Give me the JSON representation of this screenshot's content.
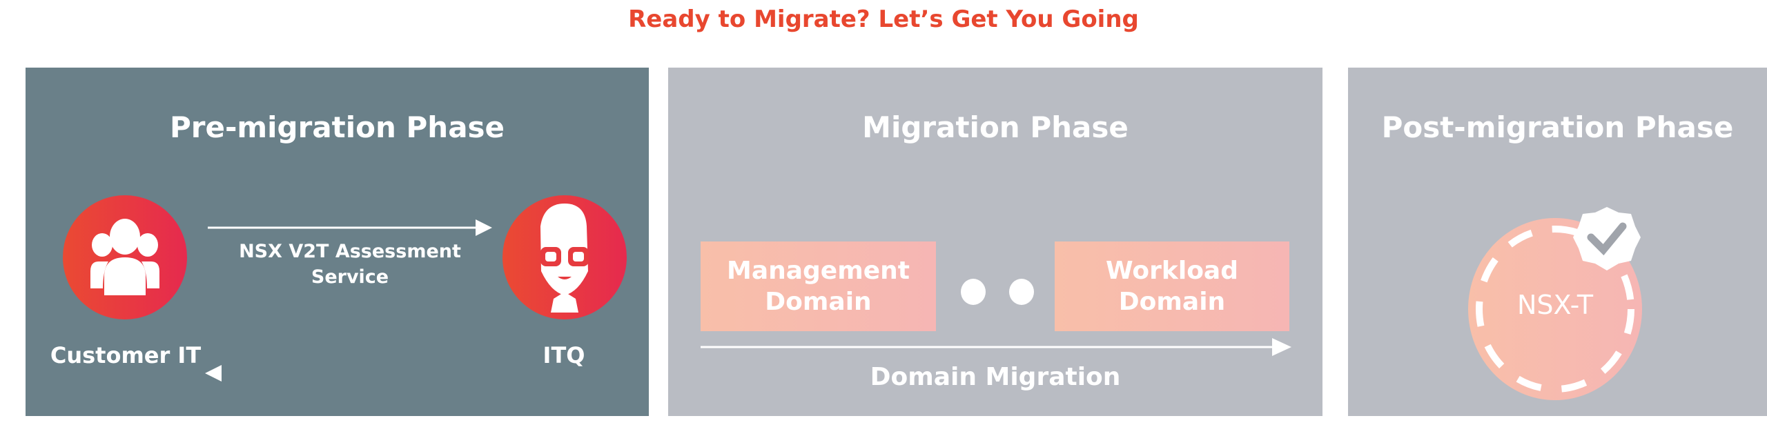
{
  "header": {
    "title": "Ready to Migrate? Let’s Get You Going"
  },
  "colors": {
    "accent": "#e8472f",
    "pre_panel": "#6a8089",
    "panel": "#b9bcc3",
    "domain_box": "#f8bfa9"
  },
  "pre_migration": {
    "title": "Pre-migration Phase",
    "left_actor": "Customer IT",
    "right_actor": "ITQ",
    "service_line1": "NSX V2T Assessment",
    "service_line2": "Service"
  },
  "migration": {
    "title": "Migration Phase",
    "management_line1": "Management",
    "management_line2": "Domain",
    "workload_line1": "Workload",
    "workload_line2": "Domain",
    "arrow_label": "Domain Migration"
  },
  "post_migration": {
    "title": "Post-migration Phase",
    "badge_label": "NSX-T"
  }
}
